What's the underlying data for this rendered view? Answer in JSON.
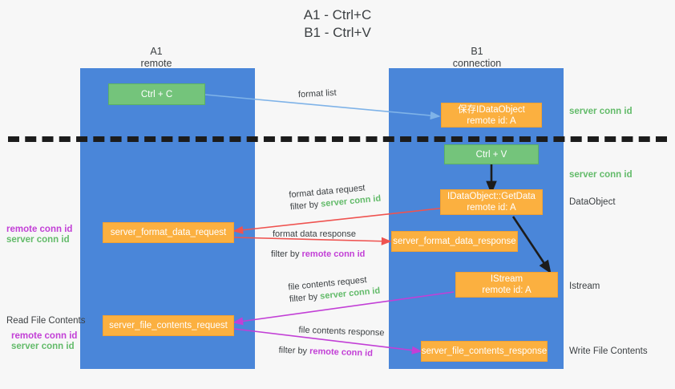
{
  "title": {
    "line1": "A1 - Ctrl+C",
    "line2": "B1 - Ctrl+V"
  },
  "columns": {
    "left": {
      "name": "A1",
      "sub": "remote"
    },
    "right": {
      "name": "B1",
      "sub": "connection"
    }
  },
  "boxes": {
    "ctrl_c": {
      "line1": "Ctrl + C"
    },
    "save_idataobject": {
      "line1": "保存IDataObject",
      "line2": "remote id: A"
    },
    "ctrl_v": {
      "line1": "Ctrl + V"
    },
    "getdata": {
      "line1": "IDataObject::GetData",
      "line2": "remote id: A"
    },
    "istream": {
      "line1": "IStream",
      "line2": "remote id: A"
    },
    "fmt_req": {
      "line1": "server_format_data_request"
    },
    "fmt_res": {
      "line1": "server_format_data_response"
    },
    "file_req": {
      "line1": "server_file_contents_request"
    },
    "file_res": {
      "line1": "server_file_contents_response"
    }
  },
  "edge_labels": {
    "format_list": "format list",
    "fmt_req_l1": "format data request",
    "fmt_req_filter_pre": "filter by ",
    "fmt_req_filter_key": "server conn id",
    "fmt_res_l1": "format data response",
    "fmt_res_filter_pre": "filter by ",
    "fmt_res_filter_key": "remote conn id",
    "file_req_l1": "file contents request",
    "file_req_filter_pre": "filter by ",
    "file_req_filter_key": "server conn id",
    "file_res_l1": "file contents response",
    "file_res_filter_pre": "filter by ",
    "file_res_filter_key": "remote conn id"
  },
  "annotations": {
    "right_server_conn_top": "server conn id",
    "right_server_conn_mid": "server conn id",
    "right_dataobject": "DataObject",
    "right_istream": "Istream",
    "right_write_file": "Write File Contents",
    "left_remote_conn_1": "remote conn id",
    "left_server_conn_1": "server conn id",
    "left_read_file": "Read File Contents",
    "left_remote_conn_2": "remote conn id",
    "left_server_conn_2": "server conn id"
  },
  "colors": {
    "lane": "#4a86d9",
    "green_box": "#74c47b",
    "orange_box": "#fbb040",
    "green_text": "#63bb6a",
    "magenta": "#c23fd6",
    "red_arrow": "#ef5350",
    "blue_arrow": "#7fb3e8",
    "black": "#1c1c1c",
    "background": "#f7f7f7"
  }
}
